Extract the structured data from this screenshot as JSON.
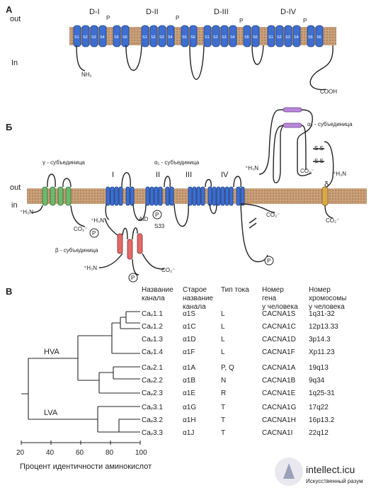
{
  "panelA": {
    "letter": "A",
    "out": "out",
    "in": "In",
    "domains": [
      "D-I",
      "D-II",
      "D-III",
      "D-IV"
    ],
    "p_label": "P",
    "segments": [
      "S1",
      "S2",
      "S3",
      "S4",
      "S5",
      "S6"
    ],
    "nh2": "NH₂",
    "cooh": "COOH"
  },
  "panelB": {
    "letter": "Б",
    "out": "out",
    "in": "in",
    "gamma": "γ - субъединица",
    "alpha1": "α₁ - субъединица",
    "alpha2": "α₂ - субъединица",
    "beta": "β - субъединица",
    "domains": [
      "I",
      "II",
      "III",
      "IV"
    ],
    "aid": "AID",
    "s33": "S33",
    "delta": "δ",
    "ss": "S  S",
    "h3n": "⁺H₃N",
    "co2": "CO₂⁻",
    "p_label": "P"
  },
  "panelV": {
    "letter": "В",
    "headers": {
      "name": "Название канала",
      "old": "Старое название канала",
      "current": "Тип тока",
      "gene": "Номер гена у человека",
      "chrom": "Номер хромосомы у человека"
    },
    "rows": [
      {
        "name": "Caᵥ1.1",
        "old": "α1S",
        "current": "L",
        "gene": "CACNA1S",
        "chrom": "1q31-32"
      },
      {
        "name": "Caᵥ1.2",
        "old": "α1C",
        "current": "L",
        "gene": "CACNA1C",
        "chrom": "12p13.33"
      },
      {
        "name": "Caᵥ1.3",
        "old": "α1D",
        "current": "L",
        "gene": "CACNA1D",
        "chrom": "3p14.3"
      },
      {
        "name": "Caᵥ1.4",
        "old": "α1F",
        "current": "L",
        "gene": "CACNA1F",
        "chrom": "Xp11.23"
      },
      {
        "name": "Caᵥ2.1",
        "old": "α1A",
        "current": "P, Q",
        "gene": "CACNA1A",
        "chrom": "19q13"
      },
      {
        "name": "Caᵥ2.2",
        "old": "α1B",
        "current": "N",
        "gene": "CACNA1B",
        "chrom": "9q34"
      },
      {
        "name": "Caᵥ2.3",
        "old": "α1E",
        "current": "R",
        "gene": "CACNA1E",
        "chrom": "1q25-31"
      },
      {
        "name": "Caᵥ3.1",
        "old": "α1G",
        "current": "T",
        "gene": "CACNA1G",
        "chrom": "17q22"
      },
      {
        "name": "Caᵥ3.2",
        "old": "α1H",
        "current": "T",
        "gene": "CACNA1H",
        "chrom": "16p13.2"
      },
      {
        "name": "Caᵥ3.3",
        "old": "α1J",
        "current": "T",
        "gene": "CACNA1I",
        "chrom": "22q12"
      }
    ],
    "hva": "HVA",
    "lva": "LVA",
    "axis_ticks": [
      "20",
      "40",
      "60",
      "80",
      "100"
    ],
    "axis_label": "Процент идентичности аминокислот"
  },
  "watermark": {
    "site": "intellect.icu",
    "tagline": "Искусственный разум"
  }
}
